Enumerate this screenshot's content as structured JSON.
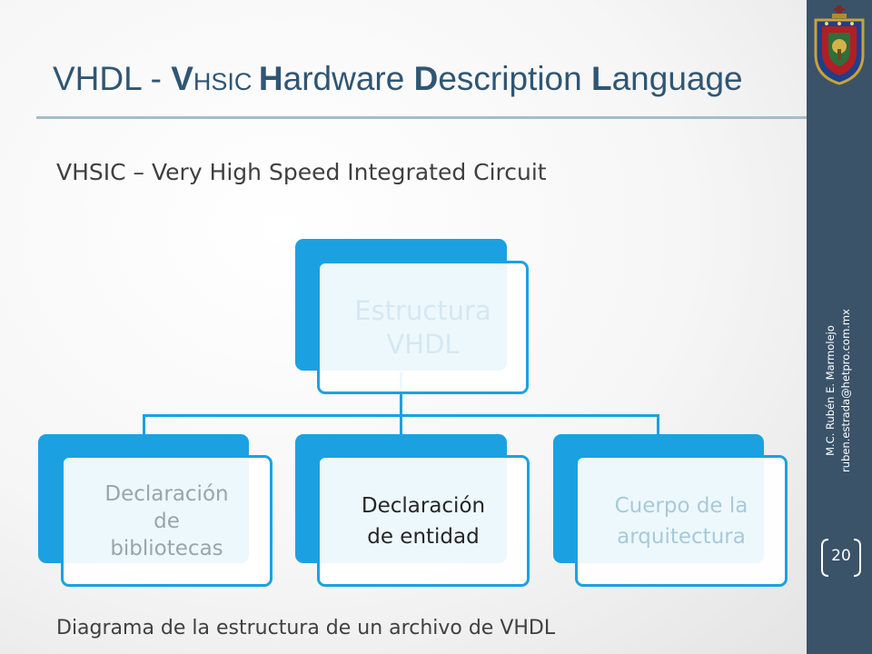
{
  "slide": {
    "title": {
      "part1": "VHDL - ",
      "v": "V",
      "hsic": "HSIC ",
      "h": "H",
      "ardware": "ardware ",
      "d": "D",
      "escription": "escription ",
      "l": "L",
      "anguage": "anguage"
    },
    "subtitle": "VHSIC – Very High Speed Integrated Circuit",
    "caption": "Diagrama de la estructura de un archivo de VHDL"
  },
  "diagram": {
    "root": {
      "line1": "Estructura",
      "line2": "VHDL"
    },
    "children": [
      {
        "line1": "Declaración",
        "line2": "de",
        "line3": "bibliotecas"
      },
      {
        "line1": "Declaración",
        "line2": "de entidad"
      },
      {
        "line1": "Cuerpo de la",
        "line2": "arquitectura"
      }
    ]
  },
  "sidebar": {
    "author_line1": "M.C. Rubén E. Marmolejo",
    "author_line2": "ruben.estrada@hetpro.com.mx",
    "page_number": "20",
    "logo_icon": "university-shield-icon"
  },
  "colors": {
    "accent": "#1ba1e2",
    "title": "#2f5674",
    "sidebar": "#3a5369"
  }
}
